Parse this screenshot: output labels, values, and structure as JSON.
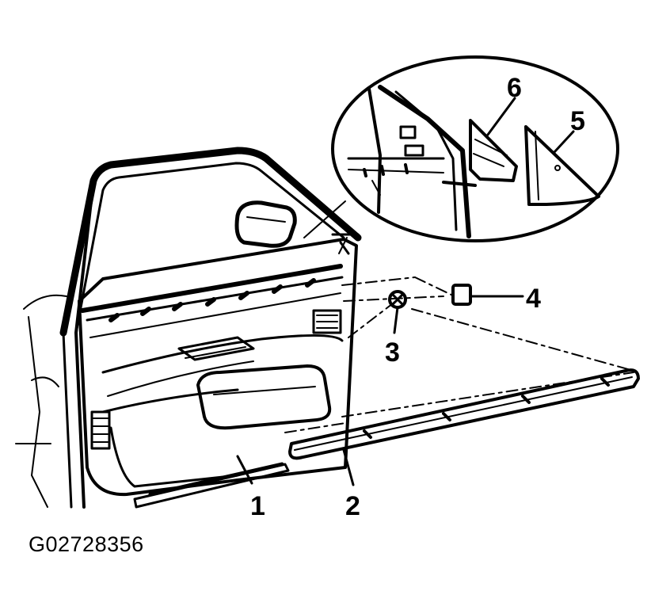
{
  "diagram": {
    "figure_id": "G02728356",
    "callouts": [
      {
        "id": "1",
        "label": "1"
      },
      {
        "id": "2",
        "label": "2"
      },
      {
        "id": "3",
        "label": "3"
      },
      {
        "id": "4",
        "label": "4"
      },
      {
        "id": "5",
        "label": "5"
      },
      {
        "id": "6",
        "label": "6"
      }
    ]
  }
}
